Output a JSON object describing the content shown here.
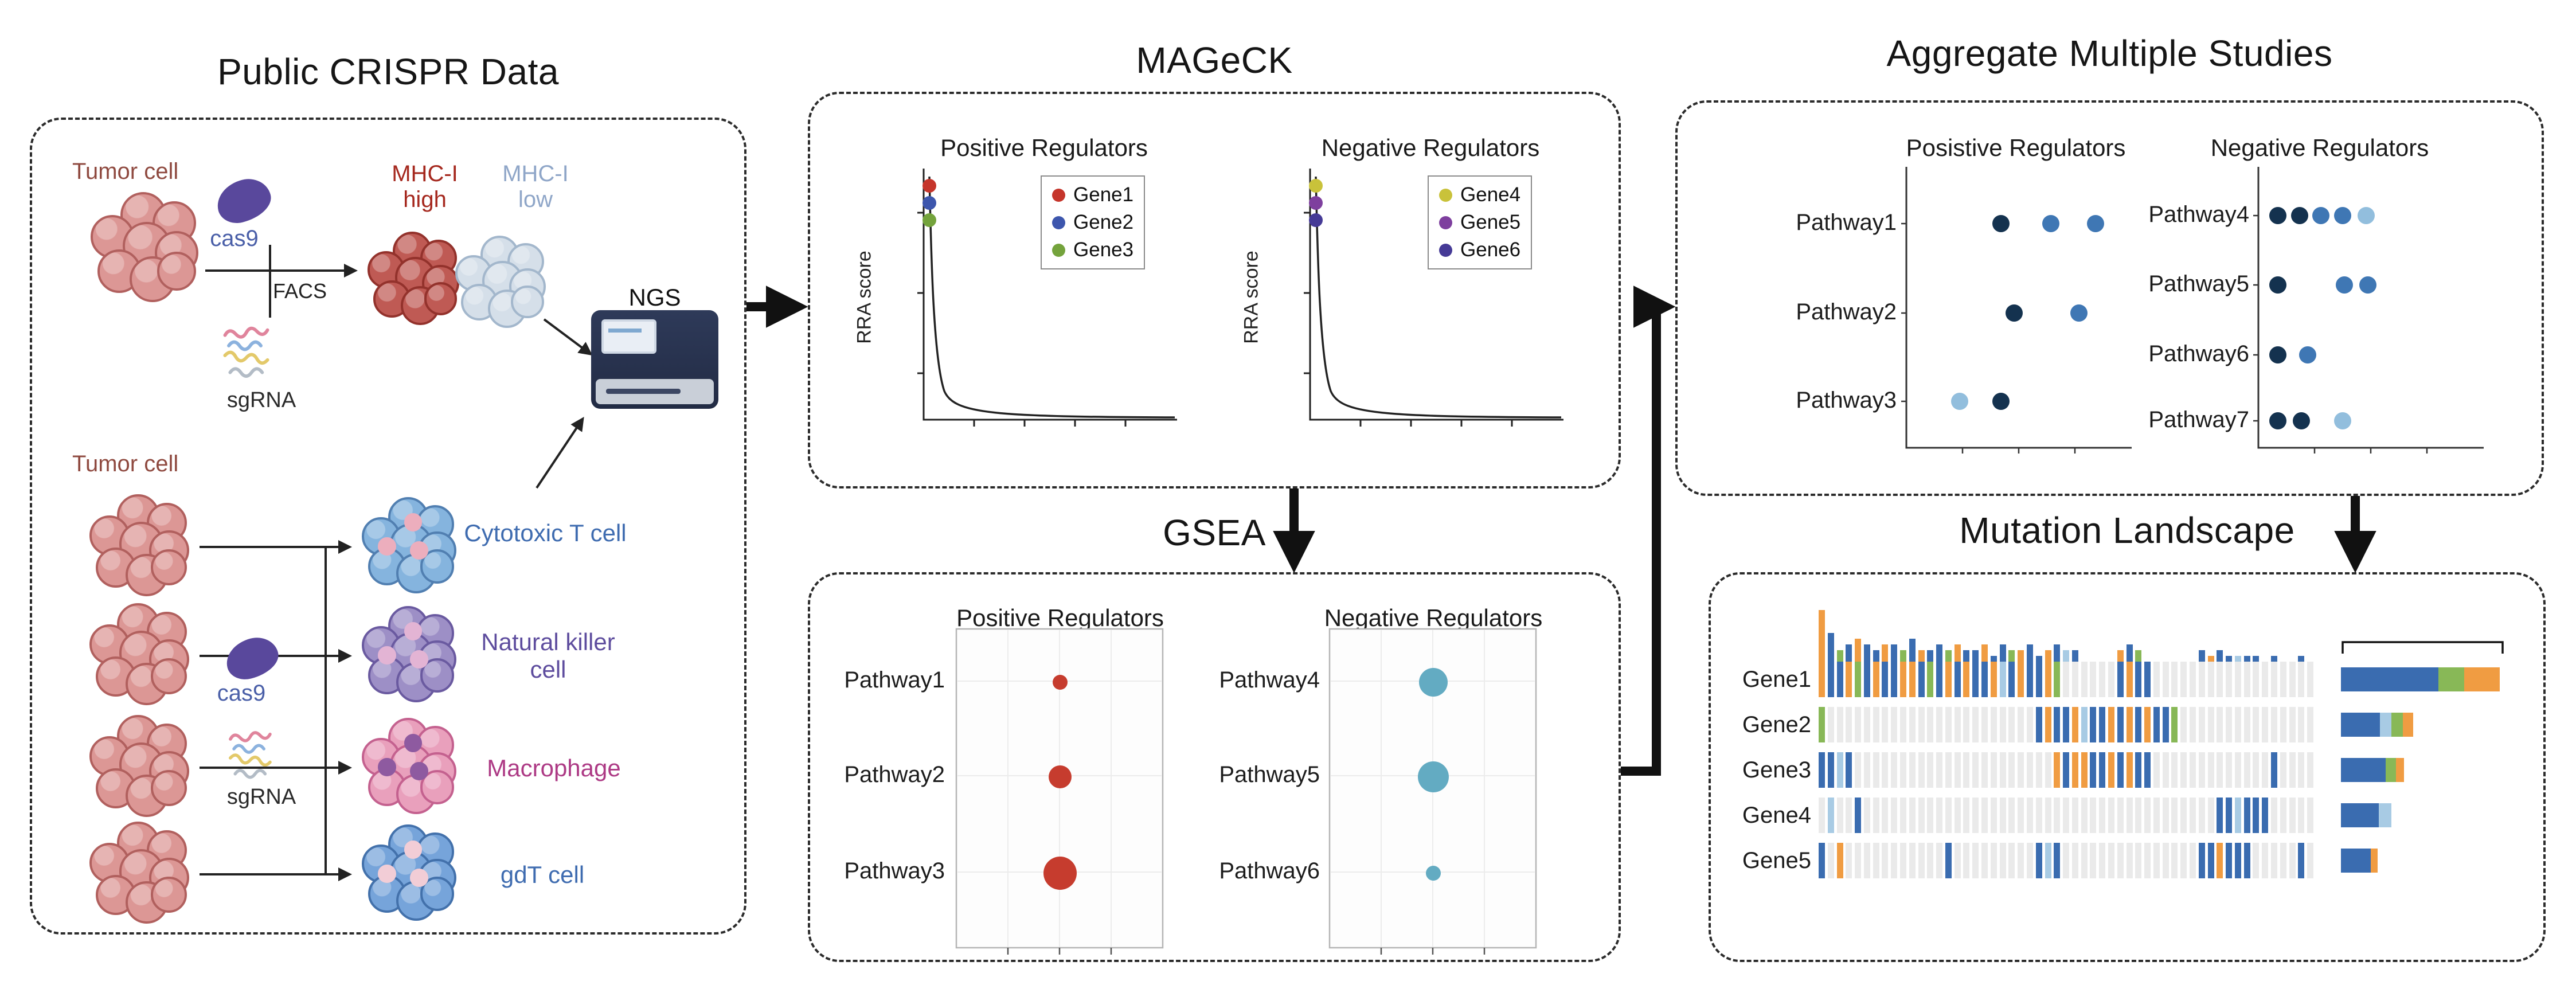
{
  "panels": {
    "crispr": {
      "title": "Public CRISPR Data",
      "tumor_label_top": "Tumor cell",
      "tumor_label_bottom": "Tumor cell",
      "cas9_label_top": "cas9",
      "cas9_label_bottom": "cas9",
      "sgrna_label_top": "sgRNA",
      "sgrna_label_bottom": "sgRNA",
      "facs_label": "FACS",
      "mhc_high_label": "MHC-I high",
      "mhc_low_label": "MHC-I low",
      "ngs_label": "NGS",
      "cell_types": [
        {
          "label": "Cytotoxic T cell",
          "color": "#3f6cb0"
        },
        {
          "label": "Natural killer cell",
          "color": "#5e4d9e"
        },
        {
          "label": "Macrophage",
          "color": "#ad3a85"
        },
        {
          "label": "gdT cell",
          "color": "#3f6cb0"
        }
      ]
    },
    "mageck": {
      "title": "MAGeCK",
      "ylabel": "RRA score",
      "plots": [
        {
          "title": "Positive Regulators",
          "legend": [
            {
              "label": "Gene1",
              "color": "#c5352b"
            },
            {
              "label": "Gene2",
              "color": "#3d56ad"
            },
            {
              "label": "Gene3",
              "color": "#74a33c"
            }
          ]
        },
        {
          "title": "Negative Regulators",
          "legend": [
            {
              "label": "Gene4",
              "color": "#c9c23a"
            },
            {
              "label": "Gene5",
              "color": "#7e3f9e"
            },
            {
              "label": "Gene6",
              "color": "#453a96"
            }
          ]
        }
      ]
    },
    "gsea": {
      "title": "GSEA",
      "plots": [
        {
          "title": "Positive Regulators",
          "dot_color": "#c63c2e",
          "rows": [
            {
              "label": "Pathway1",
              "dot_d": 26
            },
            {
              "label": "Pathway2",
              "dot_d": 40
            },
            {
              "label": "Pathway3",
              "dot_d": 58
            }
          ]
        },
        {
          "title": "Negative Regulators",
          "dot_color": "#63abc2",
          "rows": [
            {
              "label": "Pathway4",
              "dot_d": 50
            },
            {
              "label": "Pathway5",
              "dot_d": 54
            },
            {
              "label": "Pathway6",
              "dot_d": 26
            }
          ]
        }
      ]
    },
    "aggregate": {
      "title": "Aggregate Multiple Studies",
      "dot_colors": {
        "dark": "#14324f",
        "mid": "#3f77b4",
        "light": "#92bedd"
      },
      "plots": [
        {
          "title": "Posistive Regulators",
          "rows": [
            {
              "label": "Pathway1",
              "dots": [
                [
                  177,
                  "dark"
                ],
                [
                  264,
                  "mid"
                ],
                [
                  342,
                  "mid"
                ]
              ]
            },
            {
              "label": "Pathway2",
              "dots": [
                [
                  200,
                  "dark"
                ],
                [
                  313,
                  "mid"
                ]
              ]
            },
            {
              "label": "Pathway3",
              "dots": [
                [
                  105,
                  "light"
                ],
                [
                  177,
                  "dark"
                ]
              ]
            }
          ]
        },
        {
          "title": "Negative Regulators",
          "rows": [
            {
              "label": "Pathway4",
              "dots": [
                [
                  46,
                  "dark"
                ],
                [
                  84,
                  "dark"
                ],
                [
                  121,
                  "mid"
                ],
                [
                  159,
                  "mid"
                ],
                [
                  200,
                  "light"
                ]
              ]
            },
            {
              "label": "Pathway5",
              "dots": [
                [
                  46,
                  "dark"
                ],
                [
                  162,
                  "mid"
                ],
                [
                  203,
                  "mid"
                ]
              ]
            },
            {
              "label": "Pathway6",
              "dots": [
                [
                  46,
                  "dark"
                ],
                [
                  98,
                  "mid"
                ]
              ]
            },
            {
              "label": "Pathway7",
              "dots": [
                [
                  46,
                  "dark"
                ],
                [
                  87,
                  "dark"
                ],
                [
                  159,
                  "light"
                ]
              ]
            }
          ]
        }
      ]
    },
    "mutation": {
      "title": "Mutation Landscape",
      "genes": [
        "Gene1",
        "Gene2",
        "Gene3",
        "Gene4",
        "Gene5"
      ],
      "alteration_colors": {
        "B": "#3a6cb0",
        "O": "#f09c42",
        "G": "#88b857",
        "L": "#a8cbe4"
      },
      "background_color": "#eaeaea",
      "matrix": [
        "OBBOGBOBBOOBGBOBOBBOLBOBBOG------BOBB------------------",
        "G-----------------------BOBBOLBBOBOBOBBG---------------",
        "BBLB----------------------OBOOBBOBOBB-------------B----",
        "-L--B---------------------------------------BBLBBB-----",
        "B-O-----------B---------BLB---------------BBOBBB-----B-"
      ],
      "top_bar_heights": "9523432332422323223132231232200002320000002121111010010",
      "top_bar_colors": "OBGBOBBOBGBOBBGOBBOBBGOBBOBLBOBBBOBGBBBBBBBOBBLBBBBBBBB",
      "right_bars": [
        [
          [
            "B",
            170
          ],
          [
            "G",
            45
          ],
          [
            "O",
            62
          ]
        ],
        [
          [
            "B",
            68
          ],
          [
            "L",
            20
          ],
          [
            "G",
            20
          ],
          [
            "O",
            18
          ]
        ],
        [
          [
            "B",
            78
          ],
          [
            "G",
            18
          ],
          [
            "O",
            14
          ]
        ],
        [
          [
            "B",
            66
          ],
          [
            "L",
            22
          ]
        ],
        [
          [
            "B",
            52
          ],
          [
            "O",
            12
          ]
        ]
      ]
    }
  }
}
